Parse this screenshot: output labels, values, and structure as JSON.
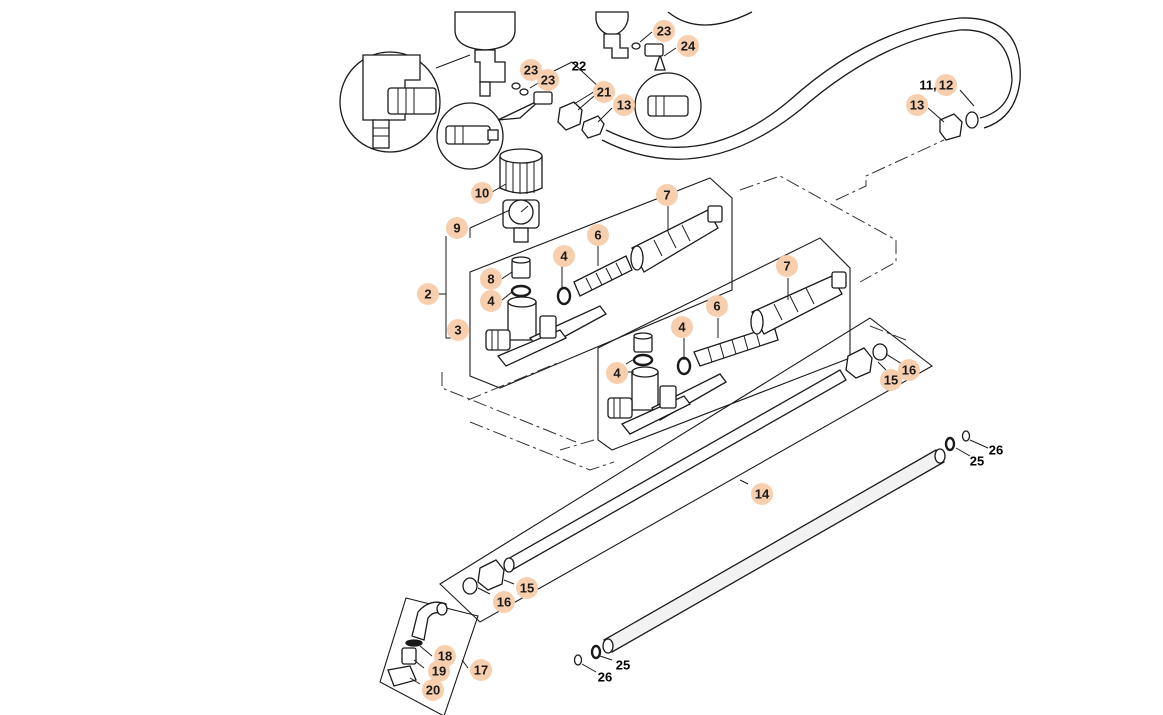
{
  "style": {
    "callout_fill": "#f8cfae",
    "line_color": "#1a1a1a"
  },
  "callouts": [
    {
      "id": "c2",
      "label": "2"
    },
    {
      "id": "c3",
      "label": "3"
    },
    {
      "id": "c4a",
      "label": "4"
    },
    {
      "id": "c4b",
      "label": "4"
    },
    {
      "id": "c4c",
      "label": "4"
    },
    {
      "id": "c4d",
      "label": "4"
    },
    {
      "id": "c6a",
      "label": "6"
    },
    {
      "id": "c6b",
      "label": "6"
    },
    {
      "id": "c7a",
      "label": "7"
    },
    {
      "id": "c7b",
      "label": "7"
    },
    {
      "id": "c8",
      "label": "8"
    },
    {
      "id": "c9",
      "label": "9"
    },
    {
      "id": "c10",
      "label": "10"
    },
    {
      "id": "c12",
      "label": "12"
    },
    {
      "id": "c13a",
      "label": "13"
    },
    {
      "id": "c13b",
      "label": "13"
    },
    {
      "id": "c14",
      "label": "14"
    },
    {
      "id": "c15a",
      "label": "15"
    },
    {
      "id": "c15b",
      "label": "15"
    },
    {
      "id": "c16a",
      "label": "16"
    },
    {
      "id": "c16b",
      "label": "16"
    },
    {
      "id": "c17",
      "label": "17"
    },
    {
      "id": "c18",
      "label": "18"
    },
    {
      "id": "c19",
      "label": "19"
    },
    {
      "id": "c20",
      "label": "20"
    },
    {
      "id": "c21",
      "label": "21"
    },
    {
      "id": "c23a",
      "label": "23"
    },
    {
      "id": "c23b",
      "label": "23"
    },
    {
      "id": "c23c",
      "label": "23"
    },
    {
      "id": "c24",
      "label": "24"
    }
  ],
  "plain_labels": [
    {
      "id": "p11",
      "label": "11,"
    },
    {
      "id": "p22",
      "label": "22"
    },
    {
      "id": "p25a",
      "label": "25"
    },
    {
      "id": "p25b",
      "label": "25"
    },
    {
      "id": "p26a",
      "label": "26"
    },
    {
      "id": "p26b",
      "label": "26"
    }
  ]
}
